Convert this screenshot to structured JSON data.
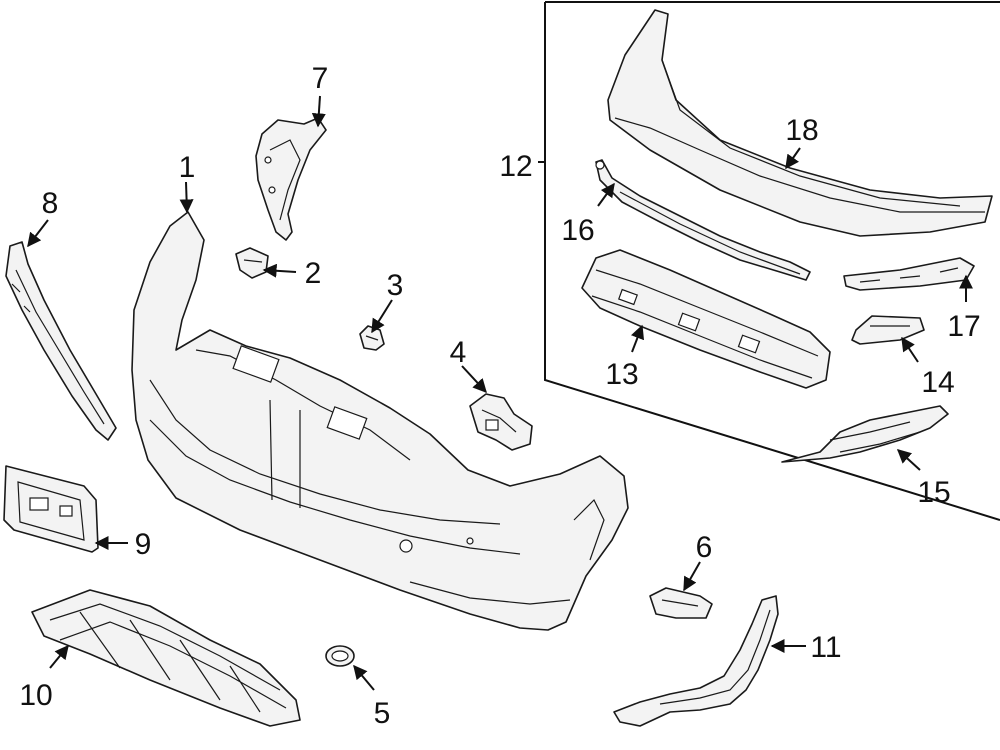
{
  "diagram": {
    "callouts": [
      {
        "id": "1",
        "text": "1"
      },
      {
        "id": "2",
        "text": "2"
      },
      {
        "id": "3",
        "text": "3"
      },
      {
        "id": "4",
        "text": "4"
      },
      {
        "id": "5",
        "text": "5"
      },
      {
        "id": "6",
        "text": "6"
      },
      {
        "id": "7",
        "text": "7"
      },
      {
        "id": "8",
        "text": "8"
      },
      {
        "id": "9",
        "text": "9"
      },
      {
        "id": "10",
        "text": "10"
      },
      {
        "id": "11",
        "text": "11"
      },
      {
        "id": "12",
        "text": "12"
      },
      {
        "id": "13",
        "text": "13"
      },
      {
        "id": "14",
        "text": "14"
      },
      {
        "id": "15",
        "text": "15"
      },
      {
        "id": "16",
        "text": "16"
      },
      {
        "id": "17",
        "text": "17"
      },
      {
        "id": "18",
        "text": "18"
      }
    ]
  }
}
